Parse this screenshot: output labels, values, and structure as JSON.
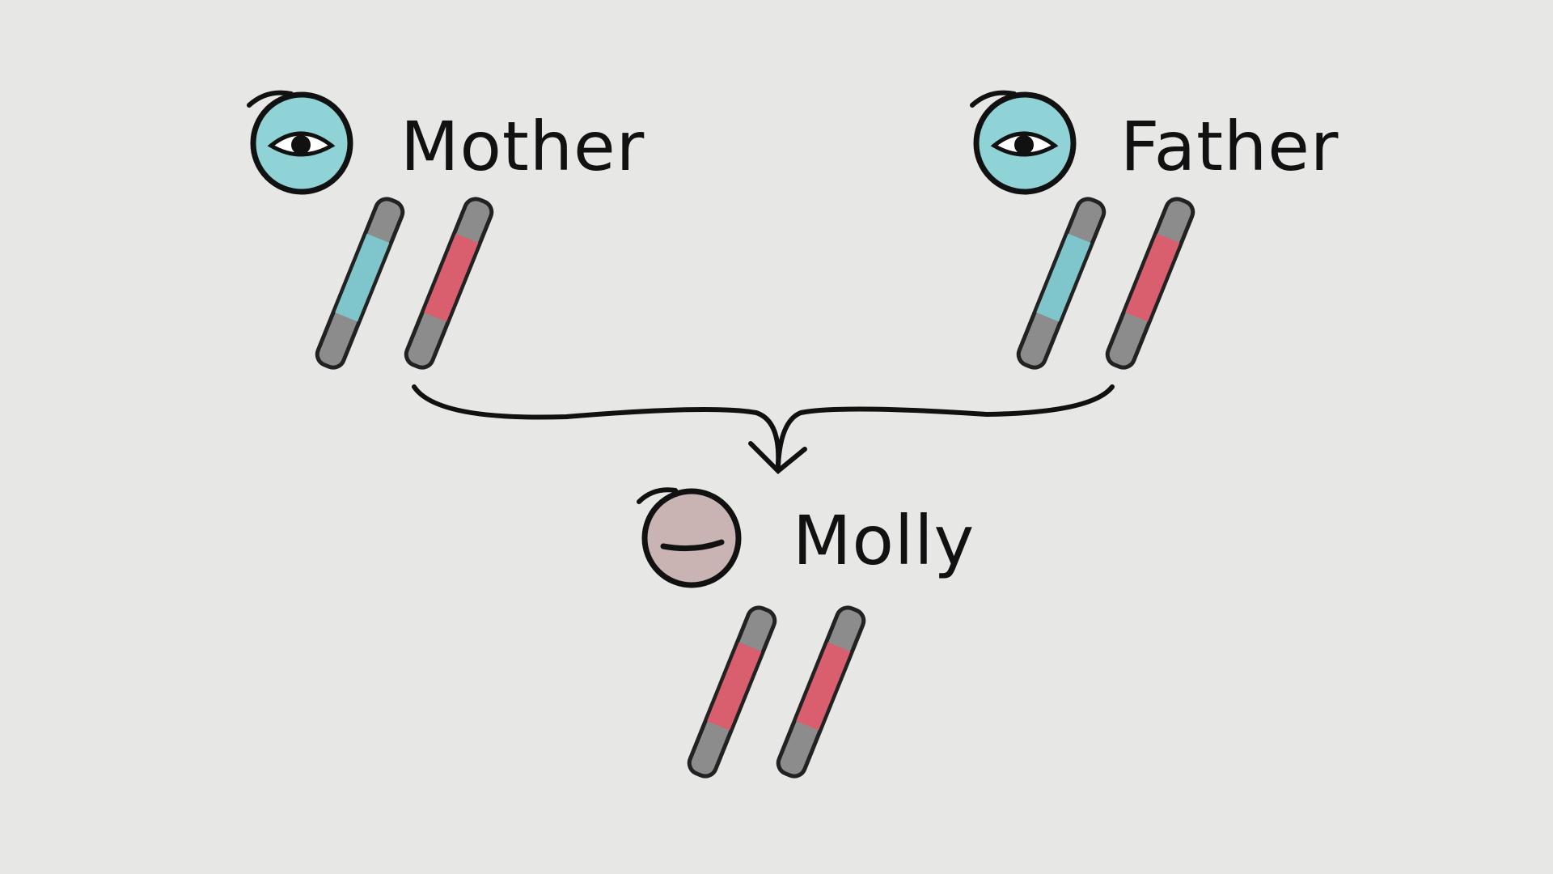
{
  "people": [
    {
      "id": "mother",
      "label": "Mother",
      "eye_state": "open",
      "eye_color": "#8fd3d6",
      "chromosomes": [
        {
          "band_color": "#7fc6cc"
        },
        {
          "band_color": "#d95f6f"
        }
      ]
    },
    {
      "id": "father",
      "label": "Father",
      "eye_state": "open",
      "eye_color": "#8fd3d6",
      "chromosomes": [
        {
          "band_color": "#7fc6cc"
        },
        {
          "band_color": "#d95f6f"
        }
      ]
    },
    {
      "id": "molly",
      "label": "Molly",
      "eye_state": "closed",
      "eye_color": "#c9b3b3",
      "chromosomes": [
        {
          "band_color": "#d95f6f"
        },
        {
          "band_color": "#d95f6f"
        }
      ]
    }
  ],
  "colors": {
    "background": "#e9e9e8",
    "ink": "#111111",
    "chromosome_gray": "#8c8c8c"
  }
}
